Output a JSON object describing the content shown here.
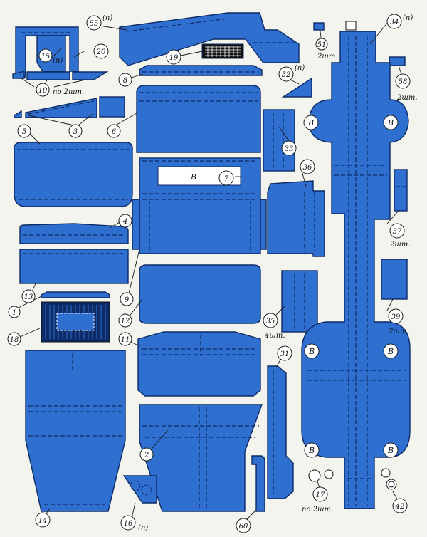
{
  "colors": {
    "part": "#2f6fd0",
    "outline": "#0d2b66",
    "background": "#f4f4ee"
  },
  "labels": {
    "n55": "55",
    "n55s": "(п)",
    "n34": "34",
    "n34s": "(п)",
    "n15": "15",
    "n15s": "(п)",
    "n20": "20",
    "n19": "19",
    "n51": "51",
    "n58": "58",
    "n10": "10",
    "n8": "8",
    "n52": "52",
    "n52s": "(п)",
    "n3": "3",
    "n6": "6",
    "n5": "5",
    "n33": "33",
    "n7": "7",
    "n36": "36",
    "n4": "4",
    "n37": "37",
    "n13": "13",
    "n9": "9",
    "n1": "1",
    "n18": "18",
    "n12": "12",
    "n35": "35",
    "n39": "39",
    "n11": "11",
    "n31": "31",
    "n2": "2",
    "n14": "14",
    "n16": "16",
    "n16s": "(п)",
    "n60": "60",
    "n17": "17",
    "n42": "42"
  },
  "notes": {
    "pair_10": "по 2шт.",
    "pair_17": "по 2шт.",
    "qty_51": "2шт.",
    "qty_58": "2шт.",
    "qty_37": "2шт.",
    "qty_39": "2шт.",
    "qty_35": "4шт."
  },
  "marks": {
    "b": "В"
  }
}
